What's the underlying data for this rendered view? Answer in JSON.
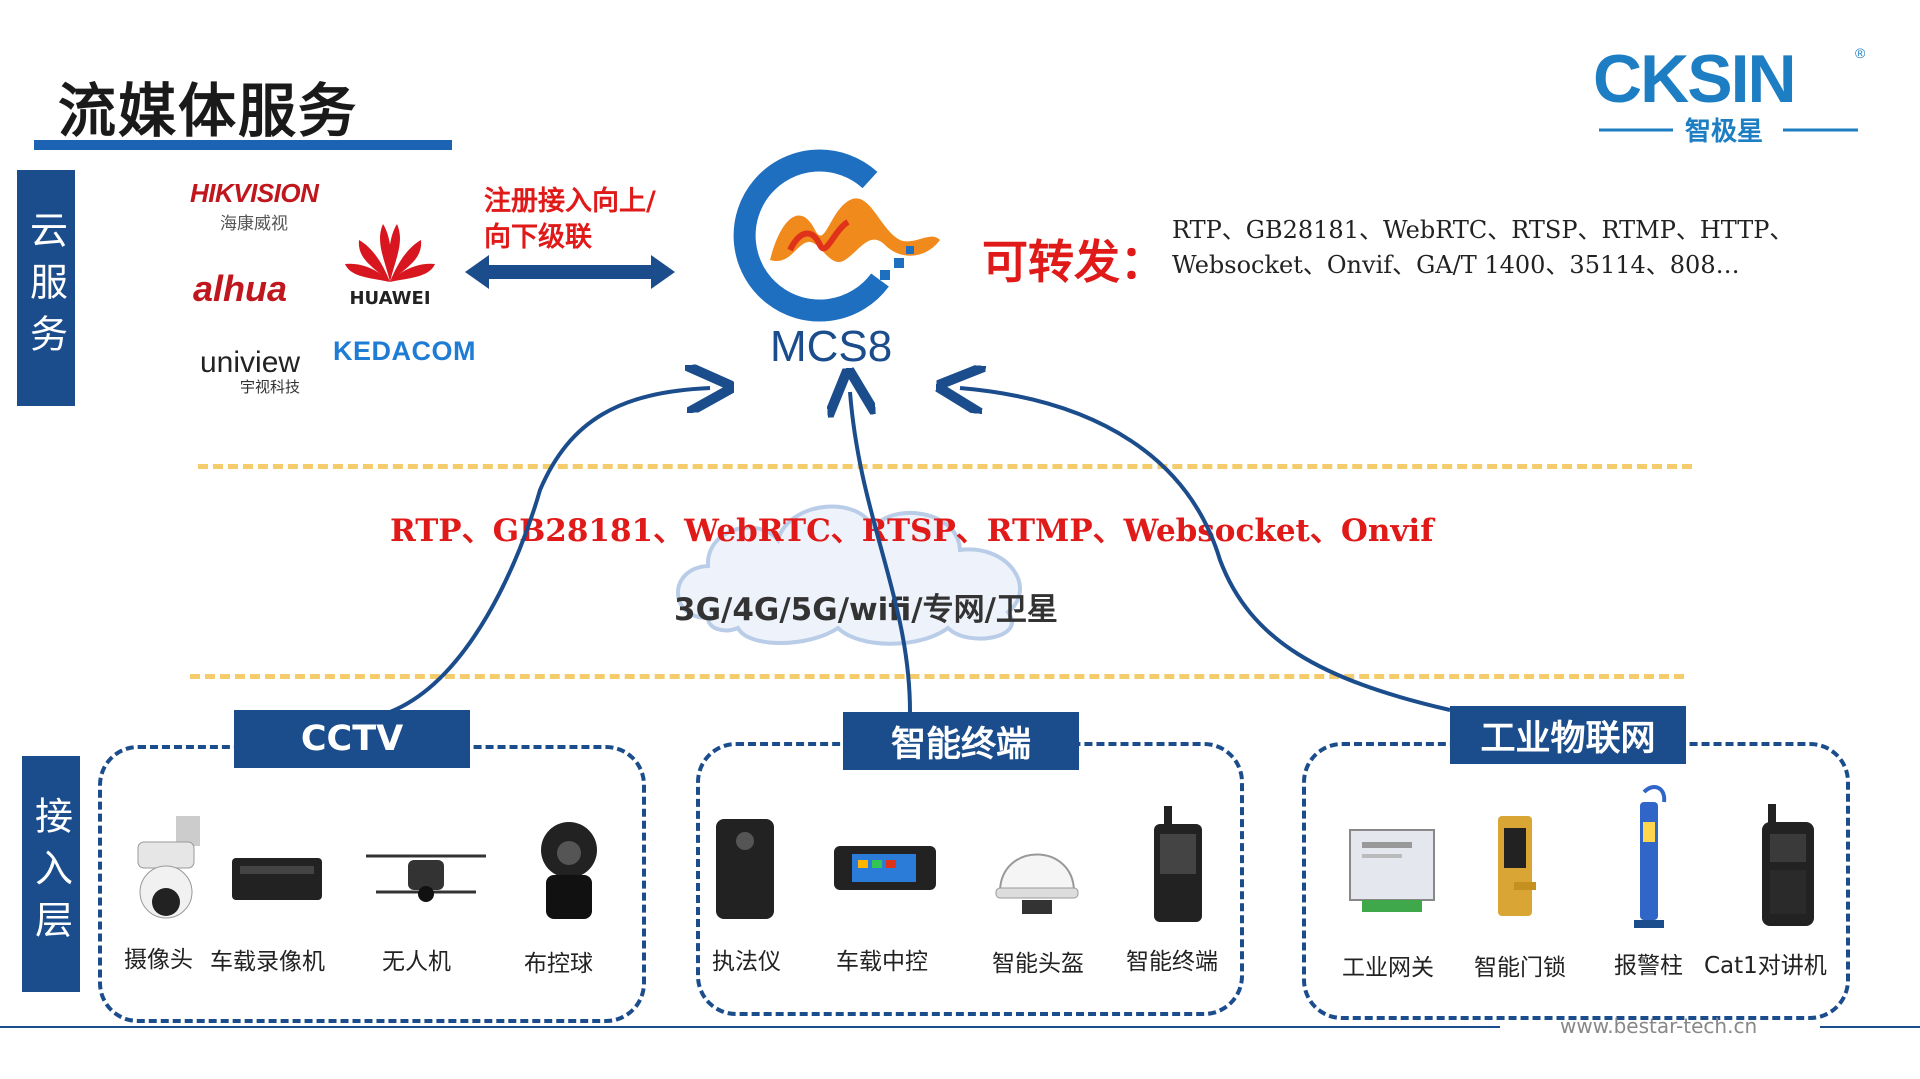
{
  "page": {
    "title": "流媒体服务",
    "url": "www.bestar-tech.cn"
  },
  "colors": {
    "accent_blue": "#1b4d8c",
    "title_underline": "#1d63b3",
    "red": "#e01919",
    "dash_yellow": "#f5cc6b"
  },
  "logo": {
    "brand_en": "CKSIN",
    "brand_cn": "智极星",
    "reg": "®"
  },
  "cloud_layer": {
    "side_label": "云服务",
    "vendors": [
      {
        "name": "HIKVISION",
        "sub": "海康威视"
      },
      {
        "name": "HUAWEI",
        "sub": ""
      },
      {
        "name": "alhua",
        "sub": ""
      },
      {
        "name": "KEDACOM",
        "sub": ""
      },
      {
        "name": "uniview",
        "sub": "宇视科技"
      }
    ],
    "register_label_line1": "注册接入向上/",
    "register_label_line2": "向下级联",
    "platform_name": "MCS8",
    "forward_label": "可转发：",
    "forward_protocols_line1": "RTP、GB28181、WebRTC、RTSP、RTMP、HTTP、",
    "forward_protocols_line2": "Websocket、Onvif、GA/T 1400、35114、808…"
  },
  "network": {
    "protocols": "RTP、GB28181、WebRTC、RTSP、RTMP、Websocket、Onvif",
    "transport": "3G/4G/5G/wifi/专网/卫星"
  },
  "access_layer": {
    "side_label": "接入层",
    "groups": [
      {
        "label": "CCTV",
        "devices": [
          "摄像头",
          "车载录像机",
          "无人机",
          "布控球"
        ]
      },
      {
        "label": "智能终端",
        "devices": [
          "执法仪",
          "车载中控",
          "智能头盔",
          "智能终端"
        ]
      },
      {
        "label": "工业物联网",
        "devices": [
          "工业网关",
          "智能门锁",
          "报警柱",
          "Cat1对讲机"
        ]
      }
    ]
  }
}
